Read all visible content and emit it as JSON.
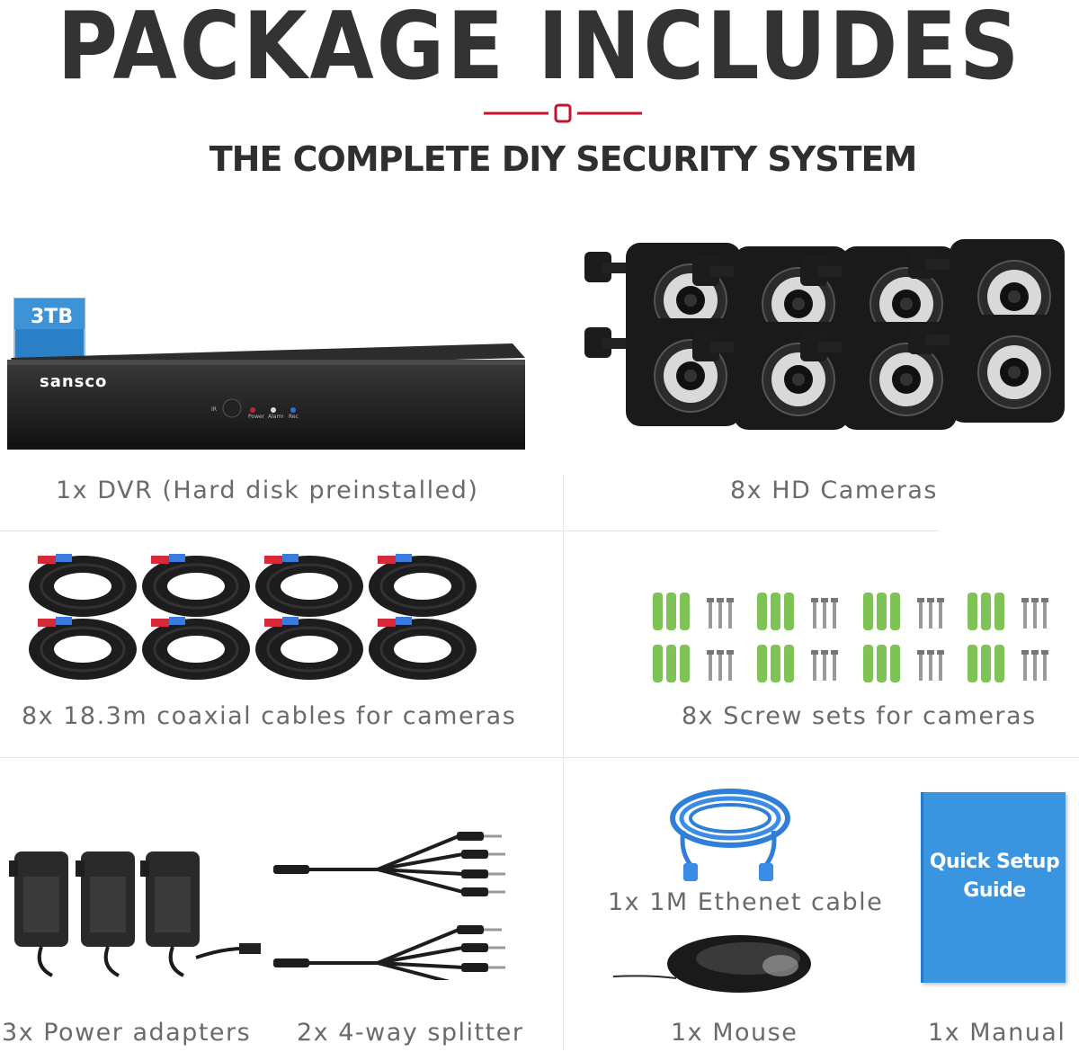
{
  "header": {
    "title": "PACKAGE INCLUDES",
    "subtitle": "THE COMPLETE DIY SECURITY SYSTEM",
    "accent_color": "#c8102e"
  },
  "dvr": {
    "brand": "sansco",
    "hdd_label": "3TB",
    "indicator_labels": [
      "IR",
      "Power",
      "Alarm",
      "Rec"
    ]
  },
  "manual": {
    "cover_text": "Quick Setup Guide"
  },
  "items": {
    "dvr": "1x DVR (Hard disk preinstalled)",
    "cameras": "8x HD Cameras",
    "cables": "8x 18.3m coaxial cables for cameras",
    "screws": "8x Screw sets for cameras",
    "power": "3x Power adapters",
    "splitter": "2x 4-way splitter",
    "ethernet": "1x 1M Ethenet cable",
    "mouse": "1x Mouse",
    "manual": "1x Manual"
  }
}
